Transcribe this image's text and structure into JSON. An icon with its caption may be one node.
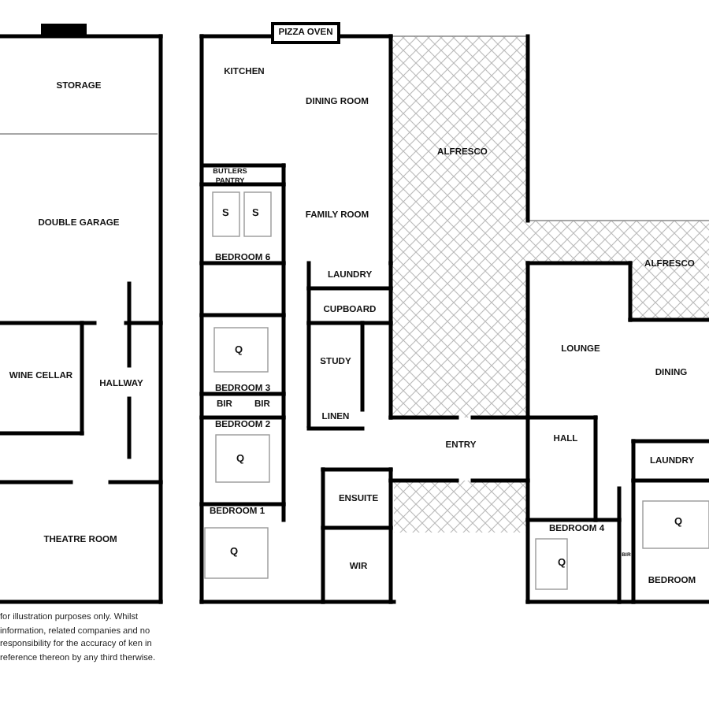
{
  "diagram": {
    "nodes": [
      {
        "text": [
          "STORAGE"
        ]
      },
      {
        "text": [
          "PIZZA OVEN"
        ]
      },
      {
        "text": [
          "KITCHEN"
        ]
      },
      {
        "text": [
          "DINING ROOM"
        ]
      },
      {
        "text": [
          "ALFRESCO"
        ]
      },
      {
        "text": [
          "BUTLERS PANTRY"
        ]
      },
      {
        "text": [
          "DOUBLE GARAGE"
        ]
      },
      {
        "text": [
          "FAMILY ROOM"
        ]
      },
      {
        "text": [
          "ALFRESCO"
        ]
      },
      {
        "text": [
          "BEDROOM 6"
        ]
      },
      {
        "text": [
          "LAUNDRY"
        ]
      },
      {
        "text": [
          "CUPBOARD"
        ]
      },
      {
        "text": [
          "LOUNGE"
        ]
      },
      {
        "text": [
          "STUDY"
        ]
      },
      {
        "text": [
          "DINING"
        ]
      },
      {
        "text": [
          "WINE CELLAR"
        ]
      },
      {
        "text": [
          "HALLWAY"
        ]
      },
      {
        "text": [
          "BEDROOM 3"
        ]
      },
      {
        "text": [
          "BIR"
        ]
      },
      {
        "text": [
          "BIR"
        ]
      },
      {
        "text": [
          "LINEN"
        ]
      },
      {
        "text": [
          "BEDROOM 2"
        ]
      },
      {
        "text": [
          "ENTRY"
        ]
      },
      {
        "text": [
          "HALL"
        ]
      },
      {
        "text": [
          "LAUNDRY"
        ]
      },
      {
        "text": [
          "ENSUITE"
        ]
      },
      {
        "text": [
          "BEDROOM 4"
        ]
      },
      {
        "text": [
          "BIR"
        ]
      },
      {
        "text": [
          "THEATRE ROOM"
        ]
      },
      {
        "text": [
          "BEDROOM 1"
        ]
      },
      {
        "text": [
          "WIR"
        ]
      },
      {
        "text": [
          "BEDROOM"
        ]
      }
    ],
    "labels": [
      "S",
      "S",
      "Q",
      "Q",
      "Q",
      "Q",
      "Q",
      "for illustration purposes only. Whilst information, related companies and no responsibility for the accuracy of ken in reference thereon by any third therwise."
    ]
  }
}
